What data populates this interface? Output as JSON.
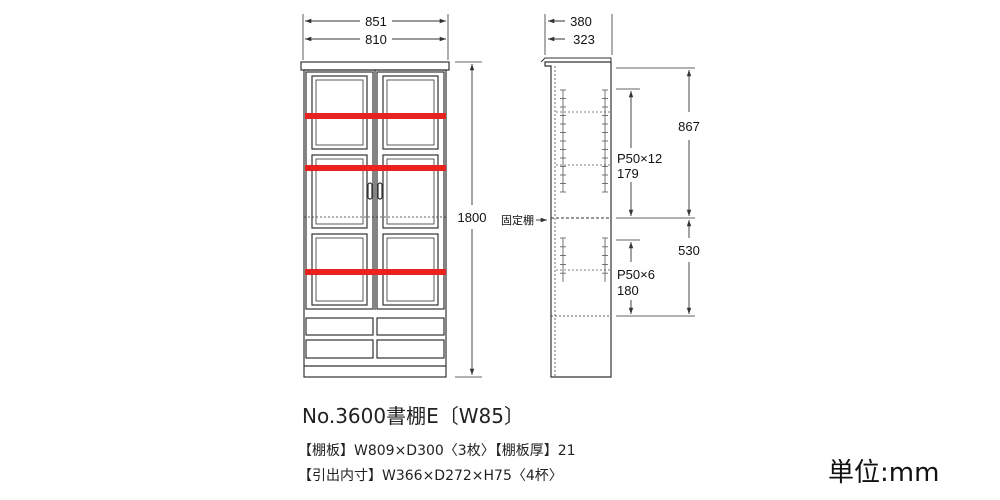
{
  "front": {
    "width_outer": "851",
    "width_inner": "810",
    "height": "1800"
  },
  "side": {
    "depth_outer": "380",
    "depth_inner": "323",
    "fixed_shelf_label": "固定棚",
    "upper_height": "867",
    "upper_pitch": "P50×12",
    "upper_pitch_range": "179",
    "lower_height": "530",
    "lower_pitch": "P50×6",
    "lower_pitch_range": "180"
  },
  "product": {
    "title": "No.3600書棚E〔W85〕",
    "spec_shelf": "【棚板】W809×D300〈3枚〉【棚板厚】21",
    "spec_drawer": "【引出内寸】W366×D272×H75〈4杯〉"
  },
  "unit_label": "単位:mm",
  "colors": {
    "line": "#333333",
    "shelf_highlight": "#e8231f"
  }
}
